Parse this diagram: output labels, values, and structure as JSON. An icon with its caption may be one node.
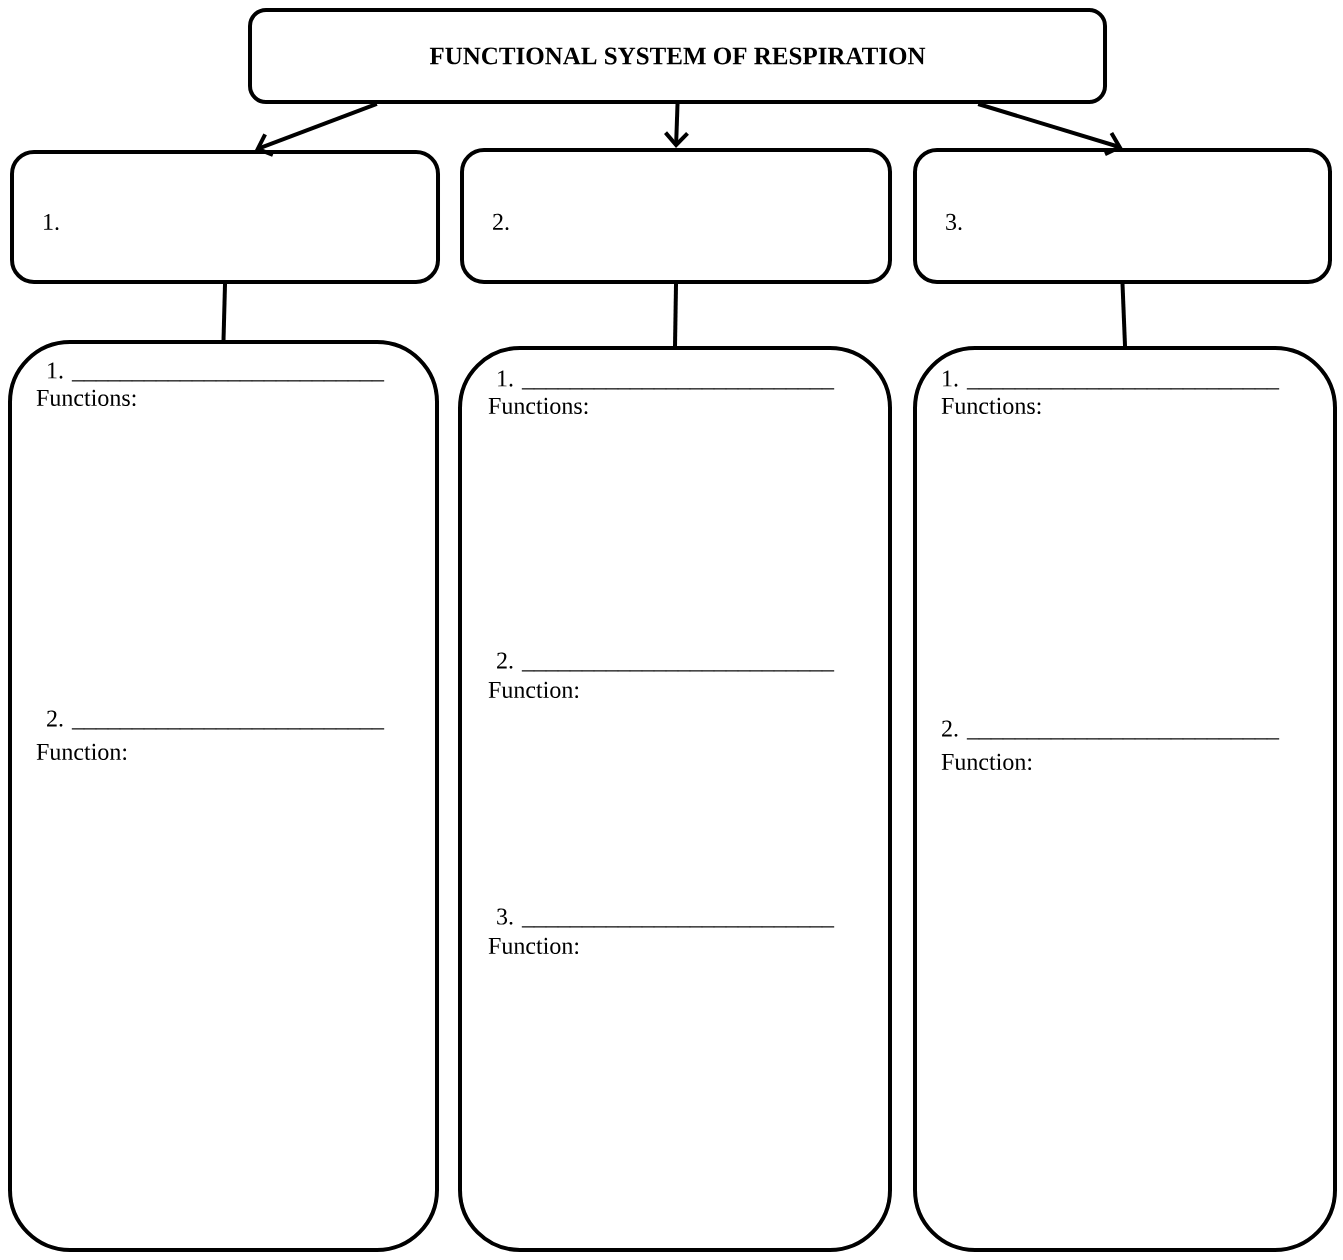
{
  "diagram": {
    "nodes": [
      {
        "text": [
          "FUNCTIONAL SYSTEM OF RESPIRATION"
        ]
      },
      {
        "text": [
          "1."
        ]
      },
      {
        "text": [
          "2."
        ]
      },
      {
        "text": [
          "3."
        ]
      },
      {
        "text": [
          "1. __________________________",
          "Functions:",
          "2. __________________________",
          "Function:"
        ]
      },
      {
        "text": [
          "1. __________________________",
          "Functions:",
          "2. __________________________",
          "Function:",
          "3. __________________________",
          "Function:"
        ]
      },
      {
        "text": [
          "1. __________________________",
          "Functions:",
          "2. __________________________",
          "Function:"
        ]
      }
    ],
    "edges": [
      {
        "from": 0,
        "to": 1,
        "arrow": "to"
      },
      {
        "from": 0,
        "to": 2,
        "arrow": "to"
      },
      {
        "from": 0,
        "to": 3,
        "arrow": "to"
      },
      {
        "from": 1,
        "to": 4,
        "arrow": "none"
      },
      {
        "from": 2,
        "to": 5,
        "arrow": "none"
      },
      {
        "from": 3,
        "to": 6,
        "arrow": "none"
      }
    ]
  }
}
